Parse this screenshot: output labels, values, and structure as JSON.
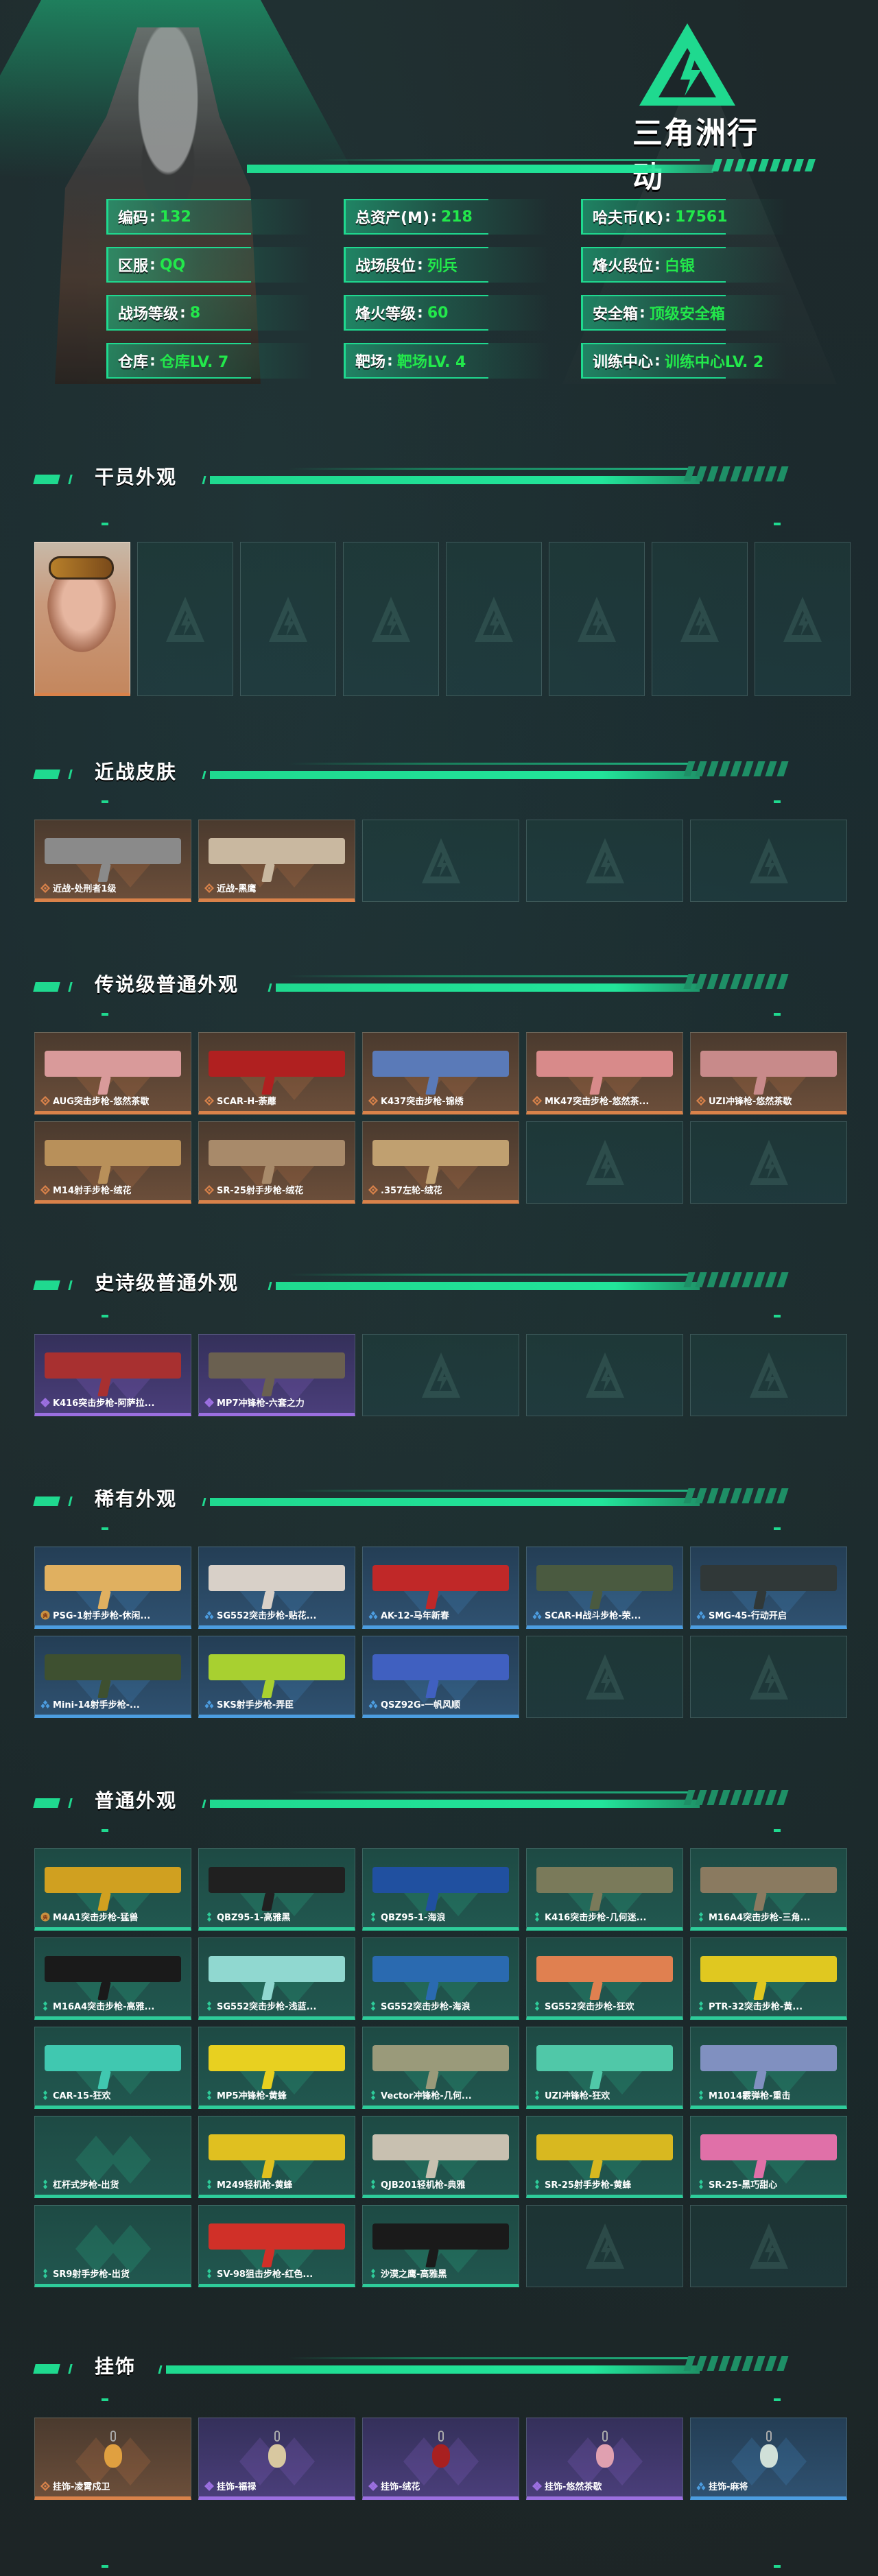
{
  "header": {
    "logo_title": "三角洲行动",
    "logo_icon": "delta-triangle-lightning-icon",
    "stats": [
      {
        "key": "编码",
        "value": "132"
      },
      {
        "key": "总资产(M)",
        "value": "218"
      },
      {
        "key": "哈夫币(K)",
        "value": "17561"
      },
      {
        "key": "区服",
        "value": "QQ"
      },
      {
        "key": "战场段位",
        "value": "列兵"
      },
      {
        "key": "烽火段位",
        "value": "白银"
      },
      {
        "key": "战场等级",
        "value": "8"
      },
      {
        "key": "烽火等级",
        "value": "60"
      },
      {
        "key": "安全箱",
        "value": "顶级安全箱"
      },
      {
        "key": "仓库",
        "value": "仓库LV. 7"
      },
      {
        "key": "靶场",
        "value": "靶场LV. 4"
      },
      {
        "key": "训练中心",
        "value": "训练中心LV. 2"
      }
    ]
  },
  "colors": {
    "accent": "#1fd98f",
    "value_green": "#22e84b",
    "legendary": "#d9824a",
    "epic": "#9b6fe0",
    "rare": "#4c9de0",
    "common": "#2ecc9a"
  },
  "sections": {
    "operators": {
      "title": "干员外观",
      "items": [
        {
          "name": "operator-skin",
          "rarity": "legendary"
        }
      ],
      "empty_slots": 7
    },
    "melee": {
      "title": "近战皮肤",
      "items": [
        {
          "label": "近战-处刑者1级",
          "rarity": "legendary",
          "color": "#8a8a8a"
        },
        {
          "label": "近战-黑鹰",
          "rarity": "legendary",
          "color": "#c9b8a0"
        }
      ],
      "empty_slots": 3
    },
    "legendary": {
      "title": "传说级普通外观",
      "items": [
        {
          "label": "AUG突击步枪-悠然茶歇",
          "rarity": "legendary",
          "color": "#d99a9a"
        },
        {
          "label": "SCAR-H-荼蘼",
          "rarity": "legendary",
          "color": "#b02020"
        },
        {
          "label": "K437突击步枪-锦绣",
          "rarity": "legendary",
          "color": "#5a7ab8"
        },
        {
          "label": "MK47突击步枪-悠然茶...",
          "rarity": "legendary",
          "color": "#d88a8a"
        },
        {
          "label": "UZI冲锋枪-悠然茶歇",
          "rarity": "legendary",
          "color": "#c88a8a"
        },
        {
          "label": "M14射手步枪-绒花",
          "rarity": "legendary",
          "color": "#b8905a"
        },
        {
          "label": "SR-25射手步枪-绒花",
          "rarity": "legendary",
          "color": "#a88a6a"
        },
        {
          "label": ".357左轮-绒花",
          "rarity": "legendary",
          "color": "#c0a070"
        }
      ],
      "empty_slots": 2
    },
    "epic": {
      "title": "史诗级普通外观",
      "items": [
        {
          "label": "K416突击步枪-阿萨拉...",
          "rarity": "epic",
          "color": "#a83030"
        },
        {
          "label": "MP7冲锋枪-六套之力",
          "rarity": "epic",
          "color": "#6a6050"
        }
      ],
      "empty_slots": 3
    },
    "rare": {
      "title": "稀有外观",
      "items": [
        {
          "label": "PSG-1射手步枪-休闲...",
          "rarity": "rare",
          "color": "#e0b060",
          "badge": true
        },
        {
          "label": "SG552突击步枪-贴花...",
          "rarity": "rare",
          "color": "#d8d0c8"
        },
        {
          "label": "AK-12-马年新春",
          "rarity": "rare",
          "color": "#c02828"
        },
        {
          "label": "SCAR-H战斗步枪-荣...",
          "rarity": "rare",
          "color": "#4a5a40"
        },
        {
          "label": "SMG-45-行动开启",
          "rarity": "rare",
          "color": "#303838"
        },
        {
          "label": "Mini-14射手步枪-...",
          "rarity": "rare",
          "color": "#3e5030"
        },
        {
          "label": "SKS射手步枪-弄臣",
          "rarity": "rare",
          "color": "#a8d030"
        },
        {
          "label": "QSZ92G-一帆风顺",
          "rarity": "rare",
          "color": "#4060c0"
        }
      ],
      "empty_slots": 2
    },
    "common": {
      "title": "普通外观",
      "items": [
        {
          "label": "M4A1突击步枪-猛兽",
          "rarity": "common",
          "color": "#d0a020",
          "badge": true
        },
        {
          "label": "QBZ95-1-高雅黑",
          "rarity": "common",
          "color": "#202020"
        },
        {
          "label": "QBZ95-1-海浪",
          "rarity": "common",
          "color": "#2050a0"
        },
        {
          "label": "K416突击步枪-几何迷...",
          "rarity": "common",
          "color": "#7a7a5a"
        },
        {
          "label": "M16A4突击步枪-三角...",
          "rarity": "common",
          "color": "#8a7a60"
        },
        {
          "label": "M16A4突击步枪-高雅...",
          "rarity": "common",
          "color": "#1a1a1a"
        },
        {
          "label": "SG552突击步枪-浅蓝...",
          "rarity": "common",
          "color": "#90d8d0"
        },
        {
          "label": "SG552突击步枪-海浪",
          "rarity": "common",
          "color": "#2a6ab0"
        },
        {
          "label": "SG552突击步枪-狂欢",
          "rarity": "common",
          "color": "#e08050"
        },
        {
          "label": "PTR-32突击步枪-黄...",
          "rarity": "common",
          "color": "#e0c820"
        },
        {
          "label": "CAR-15-狂欢",
          "rarity": "common",
          "color": "#40c8b0"
        },
        {
          "label": "MP5冲锋枪-黄蜂",
          "rarity": "common",
          "color": "#e8d020"
        },
        {
          "label": "Vector冲锋枪-几何...",
          "rarity": "common",
          "color": "#9a9a7a"
        },
        {
          "label": "UZI冲锋枪-狂欢",
          "rarity": "common",
          "color": "#50c8a8"
        },
        {
          "label": "M1014霰弹枪-重击",
          "rarity": "common",
          "color": "#8090c0"
        },
        {
          "label": "杠杆式步枪-出货",
          "rarity": "common",
          "color": null
        },
        {
          "label": "M249轻机枪-黄蜂",
          "rarity": "common",
          "color": "#e0c020"
        },
        {
          "label": "QJB201轻机枪-典雅",
          "rarity": "common",
          "color": "#c8c0b0"
        },
        {
          "label": "SR-25射手步枪-黄蜂",
          "rarity": "common",
          "color": "#d8b820"
        },
        {
          "label": "SR-25-黑巧甜心",
          "rarity": "common",
          "color": "#e070a8"
        },
        {
          "label": "SR9射手步枪-出货",
          "rarity": "common",
          "color": null
        },
        {
          "label": "SV-98狙击步枪-红色...",
          "rarity": "common",
          "color": "#d03028"
        },
        {
          "label": "沙漠之鹰-高雅黑",
          "rarity": "common",
          "color": "#1a1a1a"
        }
      ],
      "empty_slots": 2
    },
    "charms": {
      "title": "挂饰",
      "items": [
        {
          "label": "挂饰-凌霄戍卫",
          "rarity": "legendary",
          "color": "#e0a040"
        },
        {
          "label": "挂饰-福禄",
          "rarity": "epic",
          "color": "#d8c8a0"
        },
        {
          "label": "挂饰-绒花",
          "rarity": "epic",
          "color": "#a82020"
        },
        {
          "label": "挂饰-悠然茶歇",
          "rarity": "epic",
          "color": "#e0a0b0"
        },
        {
          "label": "挂饰-麻将",
          "rarity": "rare",
          "color": "#d0e0d8"
        }
      ],
      "empty_slots": 0
    }
  }
}
